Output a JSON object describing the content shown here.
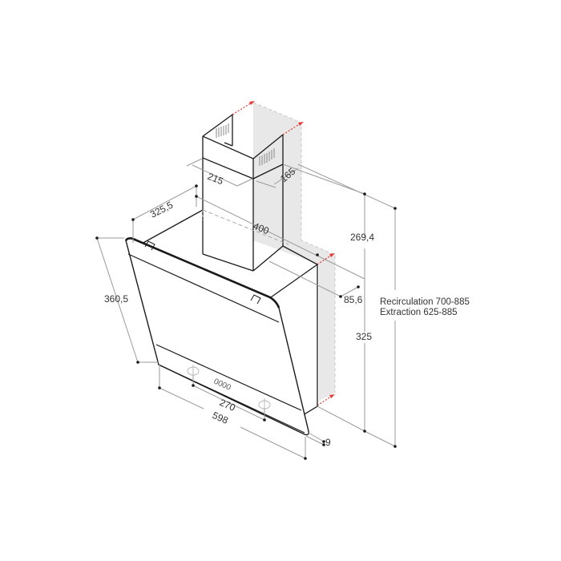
{
  "drawing": {
    "subject": "Wall-mounted inclined chimney cooker hood – dimensional drawing",
    "colors": {
      "outline": "#1a1a1a",
      "dimension_line": "#9a9a9a",
      "wall_shade": "#e8e8e8",
      "extension_arrow": "#e53935"
    },
    "dimensions": {
      "chimney_width": "215",
      "chimney_depth": "165",
      "chimney_top_depth": "400",
      "hood_depth": "325,5",
      "glass_height": "360,5",
      "wall_offset": "85,6",
      "chimney_height": "269,4",
      "body_height": "325",
      "control_spacing": "270",
      "hood_width": "598",
      "glass_thickness": "9"
    },
    "notes": {
      "recirculation": "Recirculation 700-885",
      "extraction": "Extraction 625-885"
    },
    "control_panel": {
      "display": "0000"
    }
  }
}
